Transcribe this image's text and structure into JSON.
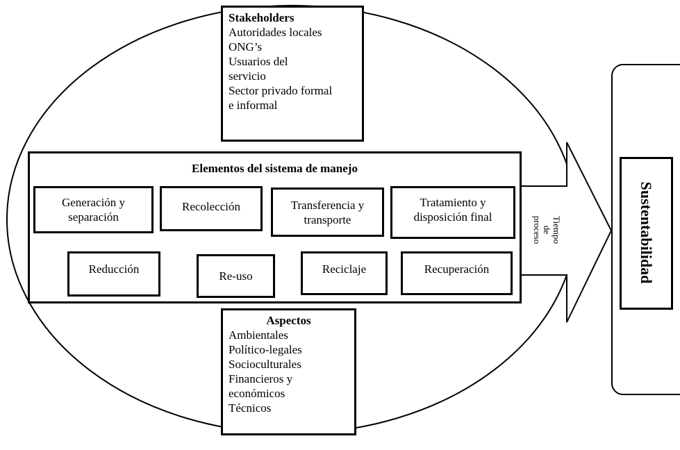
{
  "stakeholders": {
    "title": "Stakeholders",
    "items": [
      "Autoridades locales",
      "ONG’s",
      "Usuarios del servicio",
      "Sector privado formal e informal"
    ]
  },
  "system": {
    "title": "Elementos del sistema de manejo",
    "row1": [
      "Generación y separación",
      "Recolección",
      "Transferencia y transporte",
      "Tratamiento y disposición final"
    ],
    "row2": [
      "Reducción",
      "Re-uso",
      "Reciclaje",
      "Recuperación"
    ]
  },
  "aspects": {
    "title": "Aspectos",
    "items": [
      "Ambientales",
      "Político-legales",
      "Socioculturales",
      "Financieros y económicos",
      "Técnicos"
    ]
  },
  "arrow": {
    "label_lines": [
      "Tiempo",
      "de",
      "proceso"
    ]
  },
  "outcome": {
    "label": "Sustentabilidad"
  }
}
